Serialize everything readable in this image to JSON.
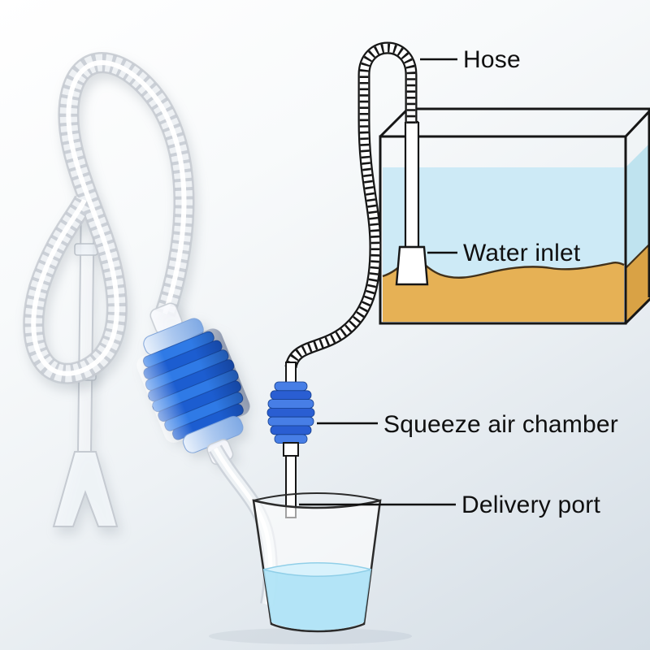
{
  "callouts": {
    "hose": {
      "label": "Hose"
    },
    "water_inlet": {
      "label": "Water inlet"
    },
    "squeeze_air_chamber": {
      "label": "Squeeze air chamber"
    },
    "delivery_port": {
      "label": "Delivery port"
    }
  },
  "colors": {
    "outline": "#161616",
    "label_text": "#101010",
    "tank_water": "#cdeaf6",
    "tank_water_side": "#bfe3ef",
    "tank_sand": "#e6b155",
    "tank_sand_side": "#d9a245",
    "cup_water": "#ace2f6",
    "cup_water_surface": "#d8f2fc",
    "pump_blue_light": "#2f7ae6",
    "pump_blue_dark": "#1c5dd0",
    "chamber_blue_light": "#477ee6",
    "chamber_blue_dark": "#2a5ed2",
    "clear_tube": "#eef1f4"
  }
}
